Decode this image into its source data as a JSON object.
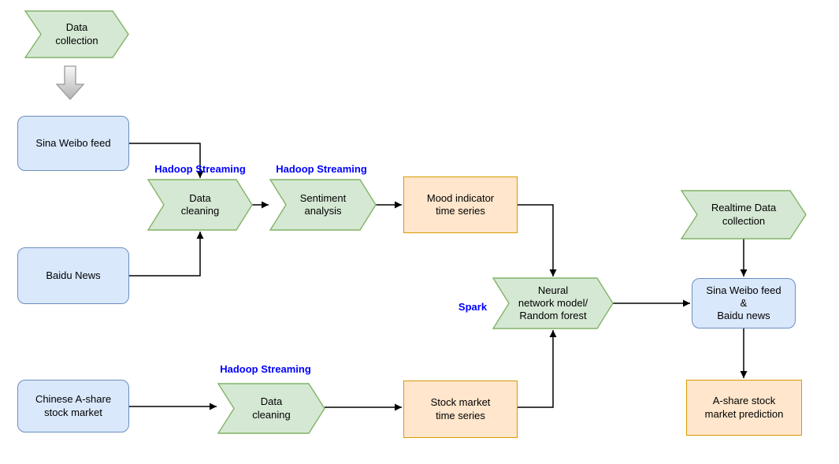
{
  "colors": {
    "green_fill": "#d5e8d4",
    "green_stroke": "#82b366",
    "blue_fill": "#dae8fc",
    "blue_stroke": "#6c8ebf",
    "orange_fill": "#ffe6cc",
    "orange_stroke": "#d79b00",
    "label_blue": "#0000ff",
    "edge_color": "#000000",
    "gray_arrow_top": "#f9f9f9",
    "gray_arrow_bottom": "#b3b3b3",
    "gray_stroke": "#999999"
  },
  "nodes": {
    "data_collection": {
      "label": "Data\ncollection",
      "shape": "chevron"
    },
    "sina_weibo_feed": {
      "label": "Sina Weibo feed",
      "shape": "rounded-rect"
    },
    "baidu_news": {
      "label": "Baidu News",
      "shape": "rounded-rect"
    },
    "data_cleaning_1": {
      "label": "Data\ncleaning",
      "shape": "chevron"
    },
    "sentiment_analysis": {
      "label": "Sentiment\nanalysis",
      "shape": "chevron"
    },
    "mood_indicator": {
      "label": "Mood indicator\ntime series",
      "shape": "rect"
    },
    "chinese_a_share": {
      "label": "Chinese A-share\nstock market",
      "shape": "rounded-rect"
    },
    "data_cleaning_2": {
      "label": "Data\ncleaning",
      "shape": "chevron"
    },
    "stock_market_ts": {
      "label": "Stock market\ntime series",
      "shape": "rect"
    },
    "neural_network": {
      "label": "Neural\nnetwork model/\nRandom forest",
      "shape": "chevron"
    },
    "realtime_collection": {
      "label": "Realtime Data\ncollection",
      "shape": "chevron"
    },
    "weibo_baidu_combined": {
      "label": "Sina Weibo feed\n&\nBaidu news",
      "shape": "rounded-rect"
    },
    "a_share_prediction": {
      "label": "A-share stock\nmarket prediction",
      "shape": "rect"
    }
  },
  "labels": {
    "hadoop_streaming_1": "Hadoop Streaming",
    "hadoop_streaming_2": "Hadoop Streaming",
    "hadoop_streaming_3": "Hadoop Streaming",
    "spark": "Spark"
  },
  "edges": [
    {
      "from": "data_collection",
      "to": "sina_weibo_feed"
    },
    {
      "from": "sina_weibo_feed",
      "to": "data_cleaning_1"
    },
    {
      "from": "baidu_news",
      "to": "data_cleaning_1"
    },
    {
      "from": "data_cleaning_1",
      "to": "sentiment_analysis"
    },
    {
      "from": "sentiment_analysis",
      "to": "mood_indicator"
    },
    {
      "from": "mood_indicator",
      "to": "neural_network"
    },
    {
      "from": "chinese_a_share",
      "to": "data_cleaning_2"
    },
    {
      "from": "data_cleaning_2",
      "to": "stock_market_ts"
    },
    {
      "from": "stock_market_ts",
      "to": "neural_network"
    },
    {
      "from": "neural_network",
      "to": "weibo_baidu_combined"
    },
    {
      "from": "realtime_collection",
      "to": "weibo_baidu_combined"
    },
    {
      "from": "weibo_baidu_combined",
      "to": "a_share_prediction"
    }
  ]
}
